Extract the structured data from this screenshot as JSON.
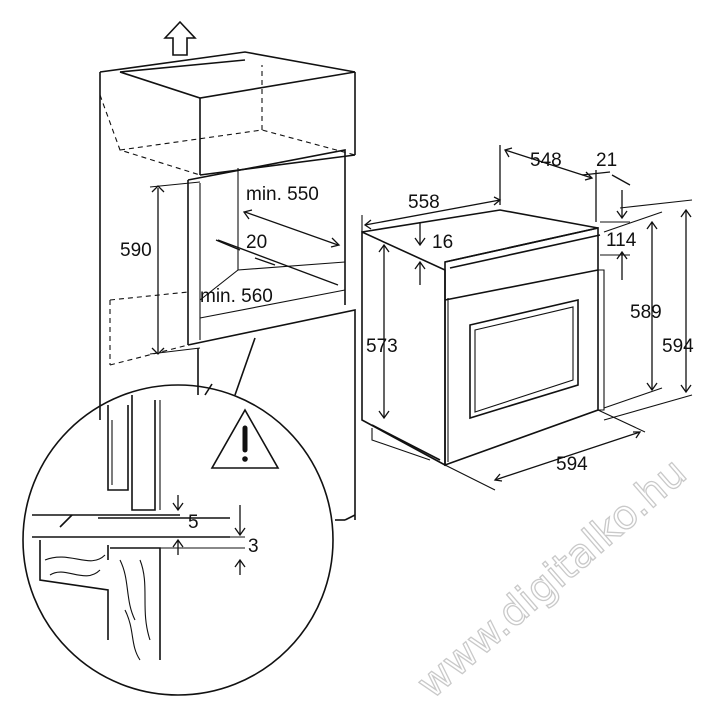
{
  "cabinet": {
    "width_label": "min. 550",
    "height_label": "590",
    "gap_label": "20",
    "depth_label": "min. 560"
  },
  "oven": {
    "depth_label": "548",
    "panel_thickness_label": "21",
    "body_width_label": "558",
    "top_offset_label": "16",
    "panel_offset_label": "114",
    "body_height_label": "573",
    "height_inner_label": "589",
    "height_outer_label": "594",
    "front_width_label": "594"
  },
  "detail": {
    "gap_label_upper": "5",
    "gap_label_lower": "3"
  },
  "watermark": "www.digitalko.hu"
}
